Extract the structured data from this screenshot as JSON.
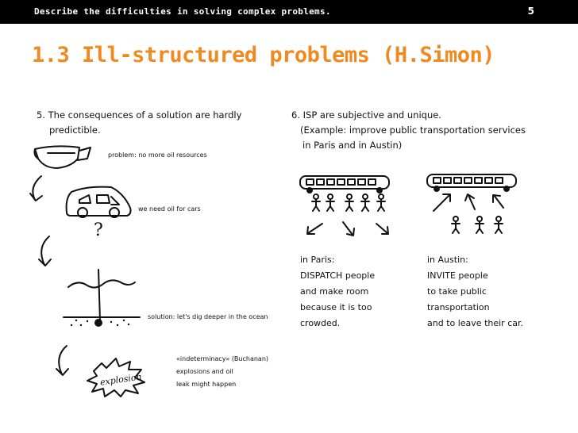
{
  "header": {
    "subtitle": "Describe the difficulties in solving complex problems.",
    "page_number": "5"
  },
  "title": {
    "number": "1.3",
    "text": "Ill-structured problems (H.Simon)"
  },
  "left": {
    "point_line1": "5. The consequences of a solution are hardly",
    "point_line2": "predictible.",
    "caption_oil": "problem: no more oil resources",
    "caption_cars": "we need oil for cars",
    "question_mark": "?",
    "caption_solution": "solution:  let's dig deeper in the ocean",
    "caption_indeterminacy": "«indeterminacy» (Buchanan)",
    "caption_explosions": "explosions and oil",
    "caption_leak": "leak might happen",
    "explosion_word": "explosion"
  },
  "right": {
    "point_line1": "6. ISP are subjective and unique.",
    "point_line2": "(Example: improve public transportation services",
    "point_line3": "in Paris and in Austin)",
    "paris": {
      "lines": [
        "in Paris:",
        "DISPATCH people",
        "and make room",
        "because it is too",
        "crowded."
      ]
    },
    "austin": {
      "lines": [
        "in Austin:",
        "INVITE people",
        "to take public",
        "transportation",
        "and to leave their car."
      ]
    }
  }
}
